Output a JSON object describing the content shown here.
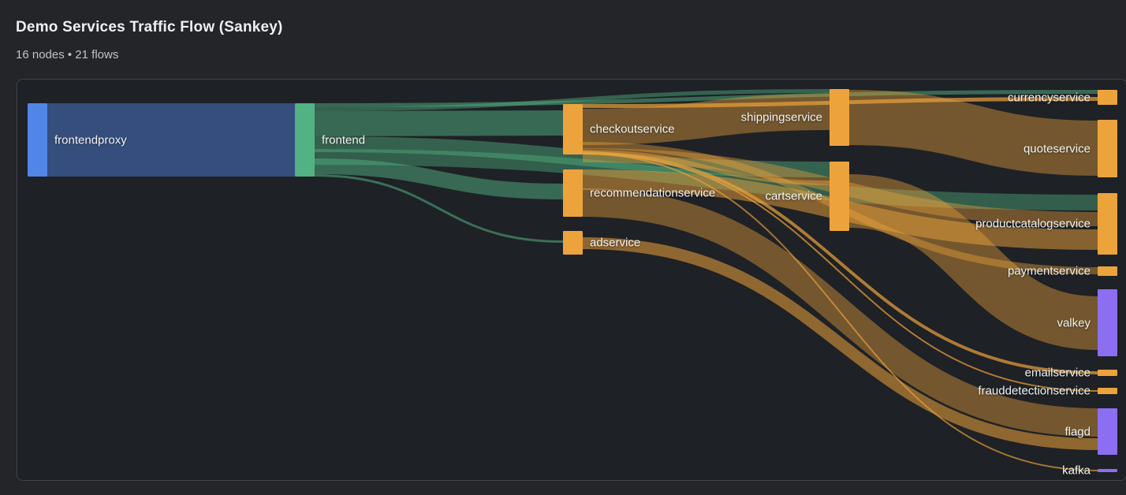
{
  "page": {
    "title": "Demo Services Traffic Flow (Sankey)",
    "subtitle": "16 nodes • 21 flows",
    "node_count": "16",
    "flow_count": "21"
  },
  "colors": {
    "background": "#242528",
    "panel_background": "#1e2125",
    "panel_border": "#3d444c",
    "node_blue": "#5185e8",
    "node_green": "#52b283",
    "node_orange": "#eda33c",
    "node_purple": "#8b6ef2",
    "title_text": "#eef0f2",
    "subtitle_text": "#c0c3c8",
    "label_text": "#f4f5f6"
  },
  "chart_data": {
    "type": "sankey",
    "title": "Demo Services Traffic Flow (Sankey)",
    "legend": "none",
    "grid": false,
    "nodes": [
      {
        "name": "frontendproxy",
        "color": "#5185e8"
      },
      {
        "name": "frontend",
        "color": "#52b283"
      },
      {
        "name": "checkoutservice",
        "color": "#eda33c"
      },
      {
        "name": "recommendationservice",
        "color": "#eda33c"
      },
      {
        "name": "adservice",
        "color": "#eda33c"
      },
      {
        "name": "shippingservice",
        "color": "#eda33c"
      },
      {
        "name": "cartservice",
        "color": "#eda33c"
      },
      {
        "name": "currencyservice",
        "color": "#eda33c"
      },
      {
        "name": "quoteservice",
        "color": "#eda33c"
      },
      {
        "name": "productcatalogservice",
        "color": "#eda33c"
      },
      {
        "name": "paymentservice",
        "color": "#eda33c"
      },
      {
        "name": "valkey",
        "color": "#8b6ef2"
      },
      {
        "name": "emailservice",
        "color": "#eda33c"
      },
      {
        "name": "frauddetectionservice",
        "color": "#eda33c"
      },
      {
        "name": "flagd",
        "color": "#8b6ef2"
      },
      {
        "name": "kafka",
        "color": "#8b6ef2"
      }
    ],
    "flows": [
      {
        "source": "frontendproxy",
        "target": "frontend",
        "value": 93
      },
      {
        "source": "frontend",
        "target": "currencyservice",
        "value": 5
      },
      {
        "source": "frontend",
        "target": "shippingservice",
        "value": 5
      },
      {
        "source": "frontend",
        "target": "checkoutservice",
        "value": 32
      },
      {
        "source": "frontend",
        "target": "cartservice",
        "value": 20
      },
      {
        "source": "frontend",
        "target": "productcatalogservice",
        "value": 20
      },
      {
        "source": "frontend",
        "target": "recommendationservice",
        "value": 20
      },
      {
        "source": "frontend",
        "target": "adservice",
        "value": 3
      },
      {
        "source": "checkoutservice",
        "target": "shippingservice",
        "value": 46
      },
      {
        "source": "checkoutservice",
        "target": "currencyservice",
        "value": 5
      },
      {
        "source": "checkoutservice",
        "target": "paymentservice",
        "value": 9
      },
      {
        "source": "checkoutservice",
        "target": "productcatalogservice",
        "value": 18
      },
      {
        "source": "checkoutservice",
        "target": "cartservice",
        "value": 6
      },
      {
        "source": "recommendationservice",
        "target": "productcatalogservice",
        "value": 26
      },
      {
        "source": "recommendationservice",
        "target": "flagd",
        "value": 36
      },
      {
        "source": "adservice",
        "target": "flagd",
        "value": 15
      },
      {
        "source": "shippingservice",
        "target": "quoteservice",
        "value": 70
      },
      {
        "source": "cartservice",
        "target": "valkey",
        "value": 68
      },
      {
        "source": "checkoutservice",
        "target": "emailservice",
        "value": 4
      },
      {
        "source": "checkoutservice",
        "target": "frauddetectionservice",
        "value": 2
      },
      {
        "source": "checkoutservice",
        "target": "kafka",
        "value": 2
      }
    ]
  }
}
